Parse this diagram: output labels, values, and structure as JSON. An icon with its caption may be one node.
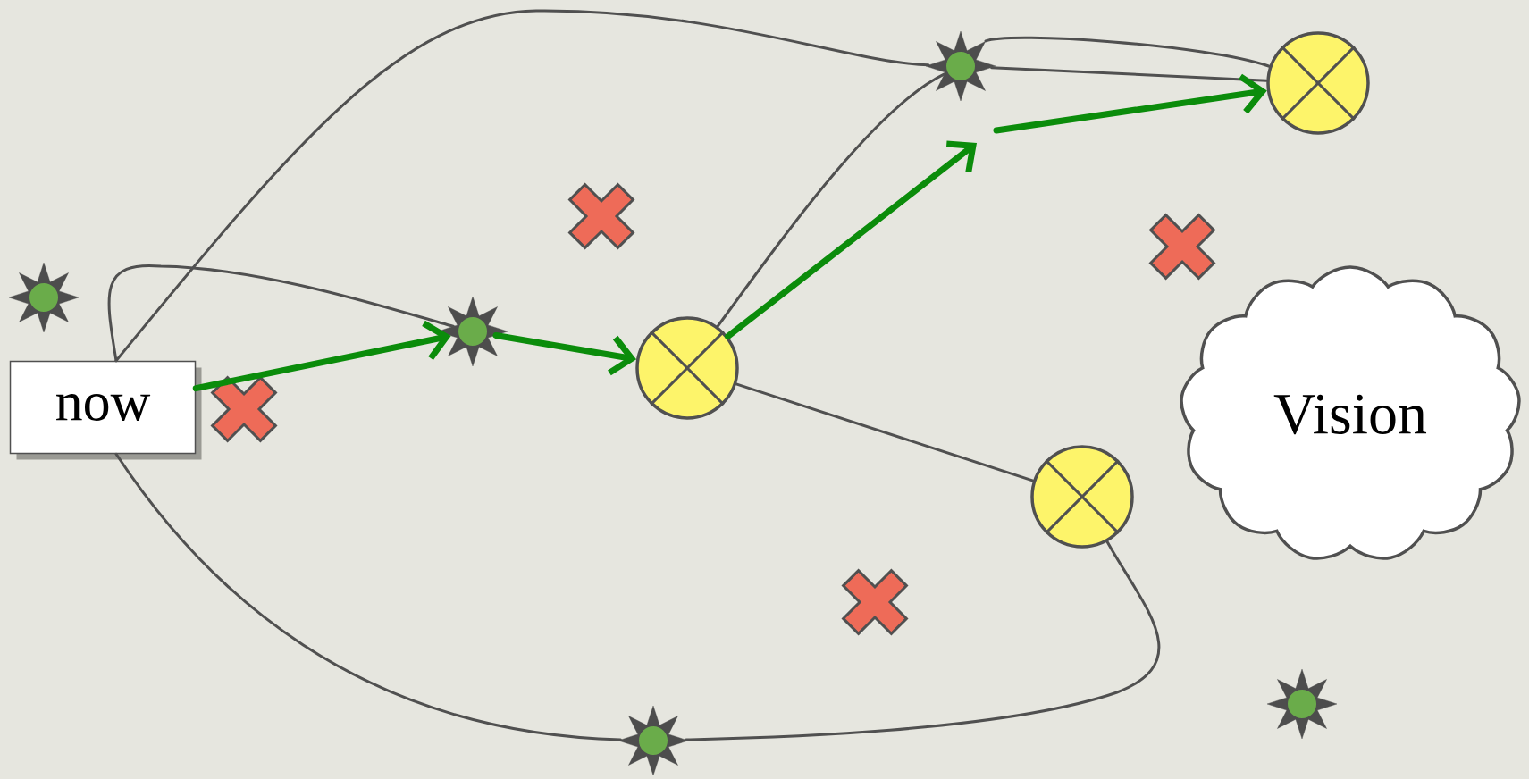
{
  "diagram": {
    "nodes": [
      {
        "text": [
          "now"
        ]
      },
      {
        "text": [],
        "shape": "star"
      },
      {
        "text": [],
        "shape": "star"
      },
      {
        "text": [],
        "shape": "circle"
      },
      {
        "text": [],
        "shape": "star"
      },
      {
        "text": [],
        "shape": "circle"
      },
      {
        "text": [],
        "shape": "circle"
      },
      {
        "text": [],
        "shape": "star"
      },
      {
        "text": [],
        "shape": "star"
      },
      {
        "text": [
          "Vision"
        ]
      },
      {
        "text": [],
        "shape": "cross"
      },
      {
        "text": [],
        "shape": "cross"
      },
      {
        "text": [],
        "shape": "cross"
      },
      {
        "text": [],
        "shape": "cross"
      }
    ],
    "edges": [
      {
        "from": 0,
        "to": 4,
        "arrow": "none"
      },
      {
        "from": 4,
        "to": 5,
        "arrow": "none"
      },
      {
        "from": 3,
        "to": 4,
        "arrow": "none"
      },
      {
        "from": 4,
        "to": 5,
        "arrow": "none"
      },
      {
        "from": 0,
        "to": 2,
        "arrow": "none"
      },
      {
        "from": 3,
        "to": 6,
        "arrow": "none"
      },
      {
        "from": 6,
        "to": 7,
        "arrow": "none"
      },
      {
        "from": 0,
        "to": 7,
        "arrow": "none"
      },
      {
        "from": 0,
        "to": 2,
        "arrow": "to",
        "style": "thick",
        "color": "#0b8c0b"
      },
      {
        "from": 2,
        "to": 3,
        "arrow": "to",
        "style": "thick",
        "color": "#0b8c0b"
      },
      {
        "from": 3,
        "to": null,
        "arrow": "to",
        "style": "thick",
        "color": "#0b8c0b"
      },
      {
        "from": null,
        "to": 5,
        "arrow": "to",
        "style": "thick",
        "color": "#0b8c0b"
      }
    ]
  }
}
